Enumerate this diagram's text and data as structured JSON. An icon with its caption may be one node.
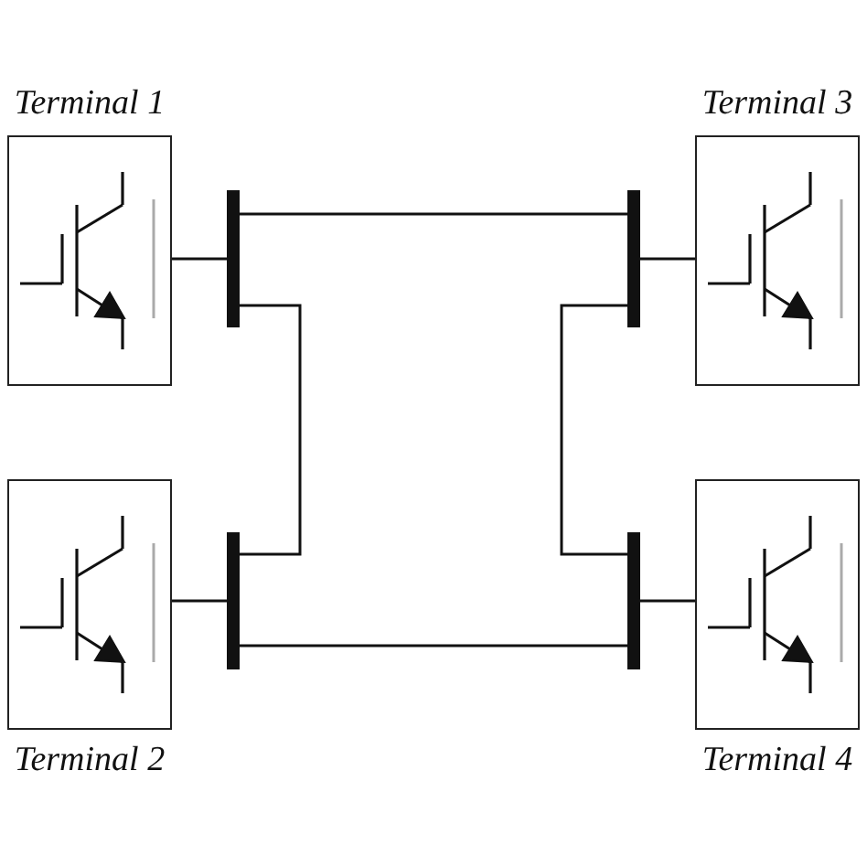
{
  "diagram": {
    "nodes": [
      {
        "text": [
          "Terminal 1"
        ]
      },
      {
        "text": [],
        "shape": "bar"
      },
      {
        "text": [],
        "shape": "bar"
      },
      {
        "text": [
          "Terminal 3"
        ]
      },
      {
        "text": [
          "Terminal 2"
        ]
      },
      {
        "text": [],
        "shape": "bar"
      },
      {
        "text": [],
        "shape": "bar"
      },
      {
        "text": [
          "Terminal 4"
        ]
      }
    ],
    "edges": [
      {
        "from": 0,
        "to": 1,
        "arrow": "none"
      },
      {
        "from": 1,
        "to": 2,
        "arrow": "none"
      },
      {
        "from": 2,
        "to": 3,
        "arrow": "none"
      },
      {
        "from": 1,
        "to": 5,
        "arrow": "none"
      },
      {
        "from": 2,
        "to": 6,
        "arrow": "none"
      },
      {
        "from": 4,
        "to": 5,
        "arrow": "none"
      },
      {
        "from": 5,
        "to": 6,
        "arrow": "none"
      },
      {
        "from": 6,
        "to": 7,
        "arrow": "none"
      }
    ]
  }
}
